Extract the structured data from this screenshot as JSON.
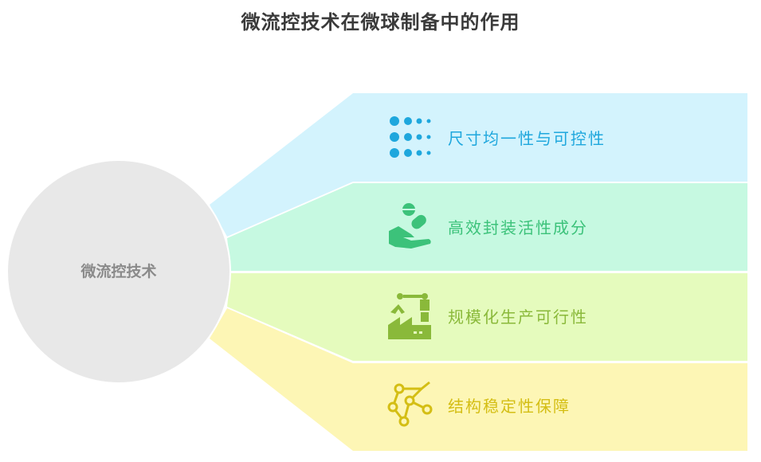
{
  "title": "微流控技术在微球制备中的作用",
  "center": {
    "label": "微流控技术"
  },
  "items": [
    {
      "label": "尺寸均一性与可控性",
      "icon": "dots-grid-icon",
      "bg": "#d3f3fd",
      "color": "#1ea7dd"
    },
    {
      "label": "高效封装活性成分",
      "icon": "hand-capsule-icon",
      "bg": "#c6f9e1",
      "color": "#3cc27a"
    },
    {
      "label": "规模化生产可行性",
      "icon": "factory-robot-arm-icon",
      "bg": "#e5fbbd",
      "color": "#8ab93a"
    },
    {
      "label": "结构稳定性保障",
      "icon": "molecule-network-icon",
      "bg": "#fdf6b5",
      "color": "#d4be14"
    }
  ],
  "colors": {
    "circle": "#e8e8e8"
  }
}
